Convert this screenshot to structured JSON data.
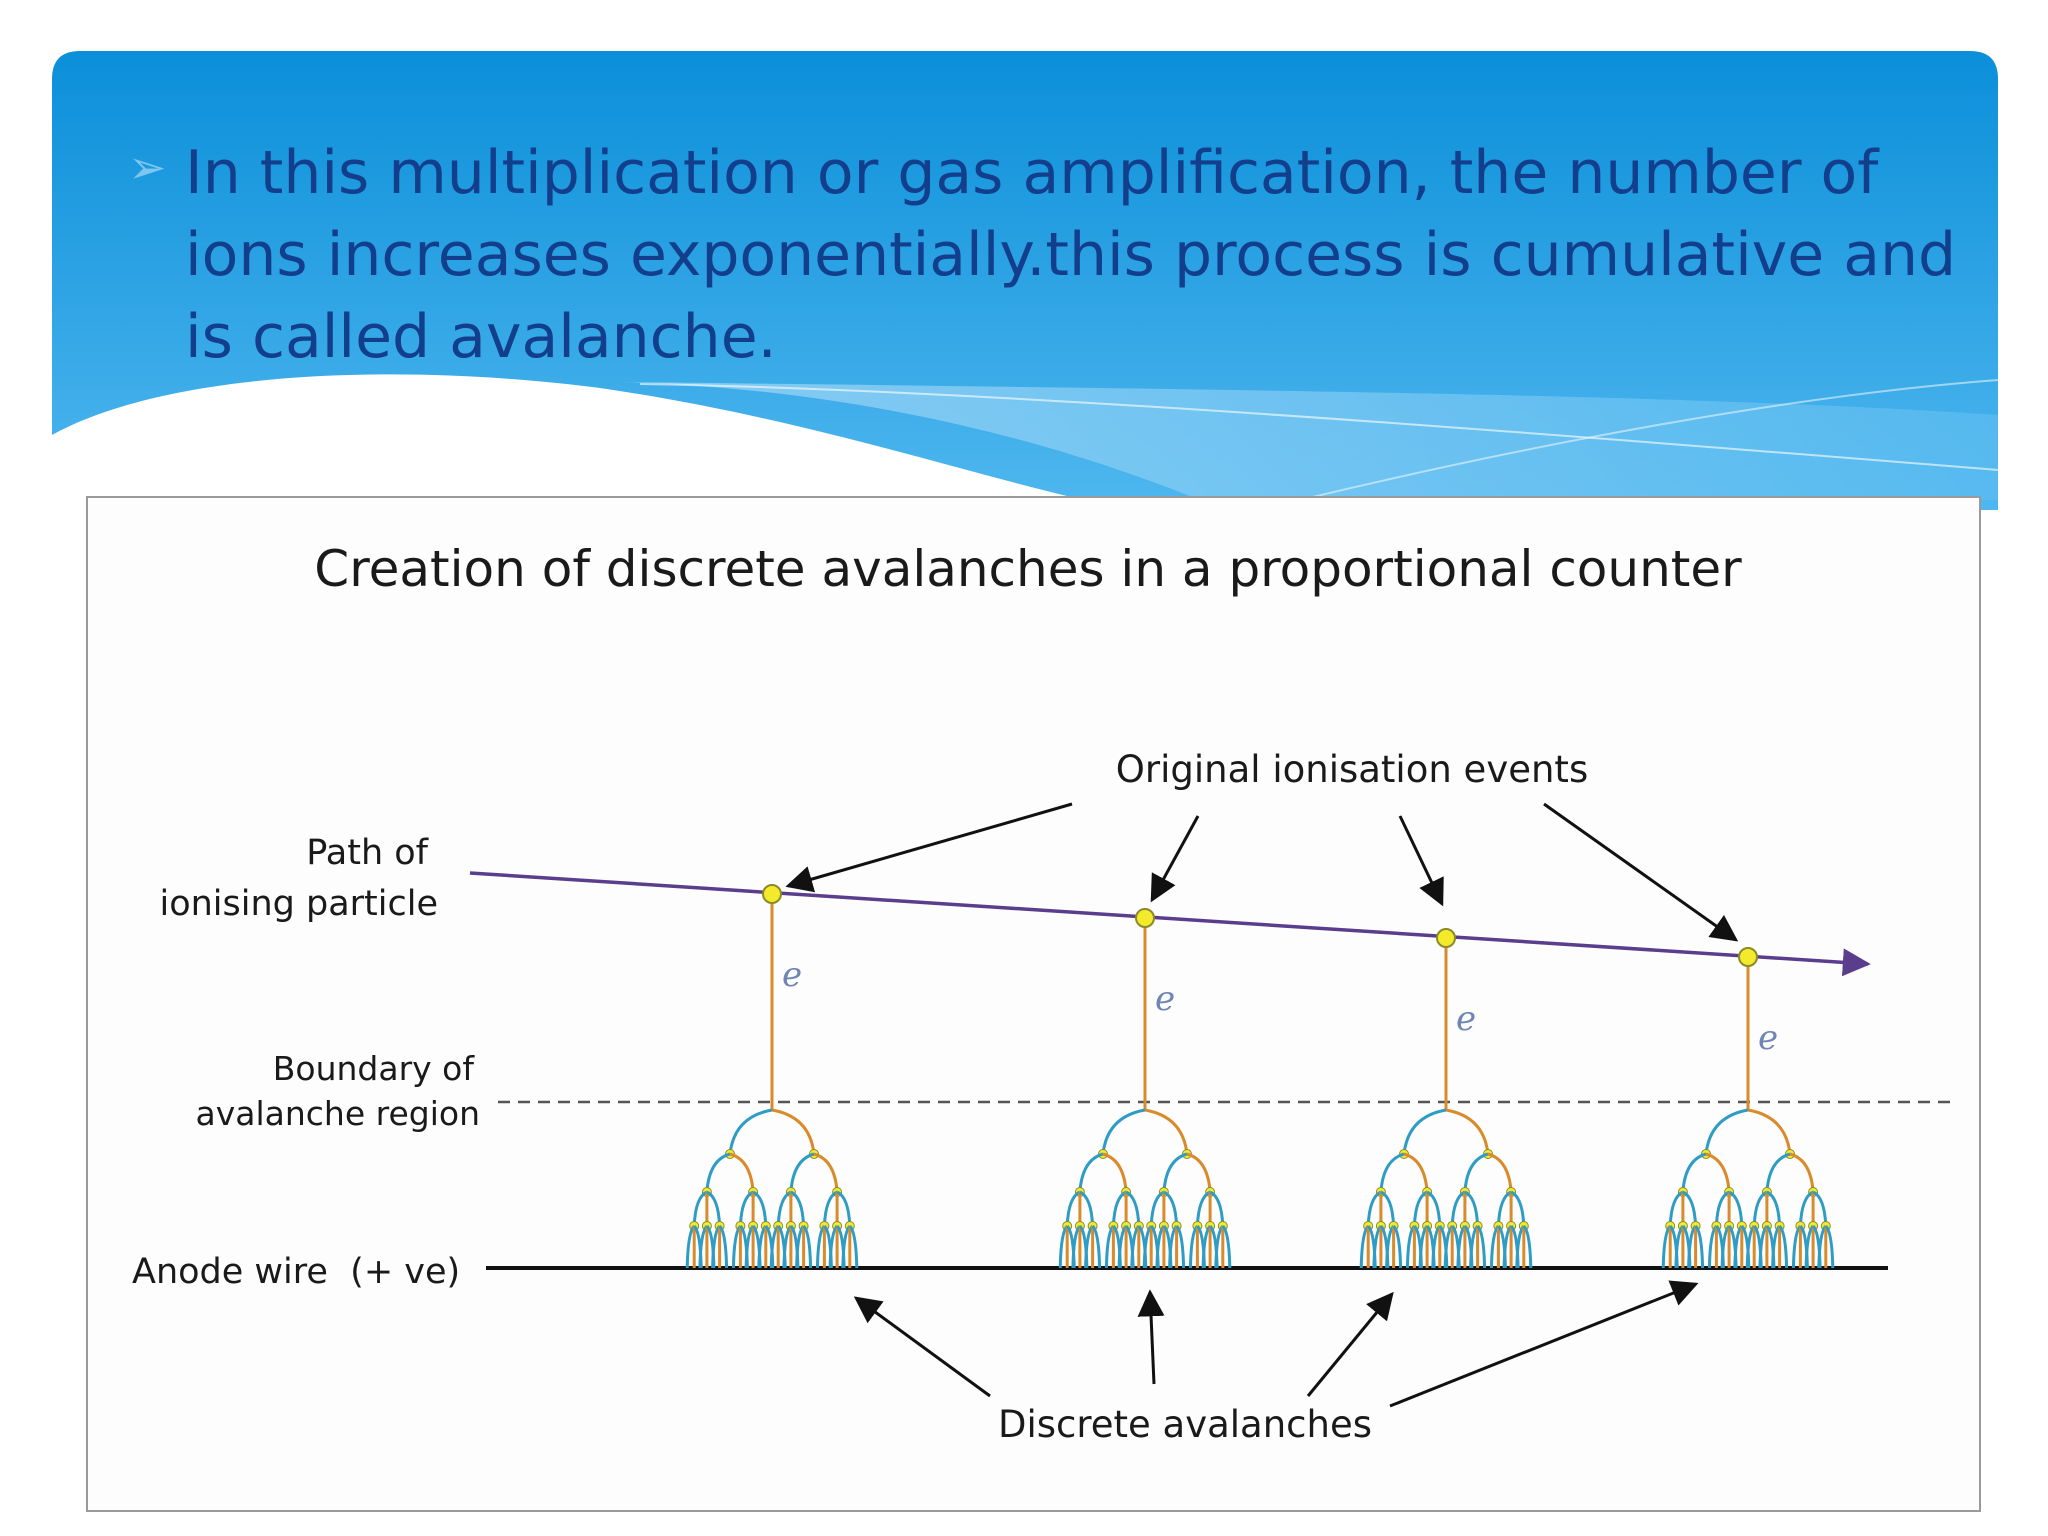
{
  "slide": {
    "bullet_text": "In this multiplication or gas amplification, the number of ions increases exponentially.this process is cumulative and is called avalanche.",
    "colors": {
      "header_top": "#0b8fd9",
      "header_bottom": "#4fb7ef",
      "text": "#123e8c",
      "bullet": "#7fc6ef"
    }
  },
  "figure": {
    "title": "Creation of discrete avalanches in a proportional counter",
    "labels": {
      "original_ionisation_events": "Original ionisation events",
      "path_line1": "Path of",
      "path_line2": "ionising particle",
      "boundary_line1": "Boundary of",
      "boundary_line2": "avalanche region",
      "anode": "Anode wire  (+ ve)",
      "discrete_avalanches": "Discrete avalanches",
      "electron": "e"
    },
    "colors": {
      "particle_path": "#5a3d8c",
      "electron_track": "#d98a2a",
      "ion_branch": "#2e9cc4",
      "event_point": "#f2ea2a"
    }
  }
}
